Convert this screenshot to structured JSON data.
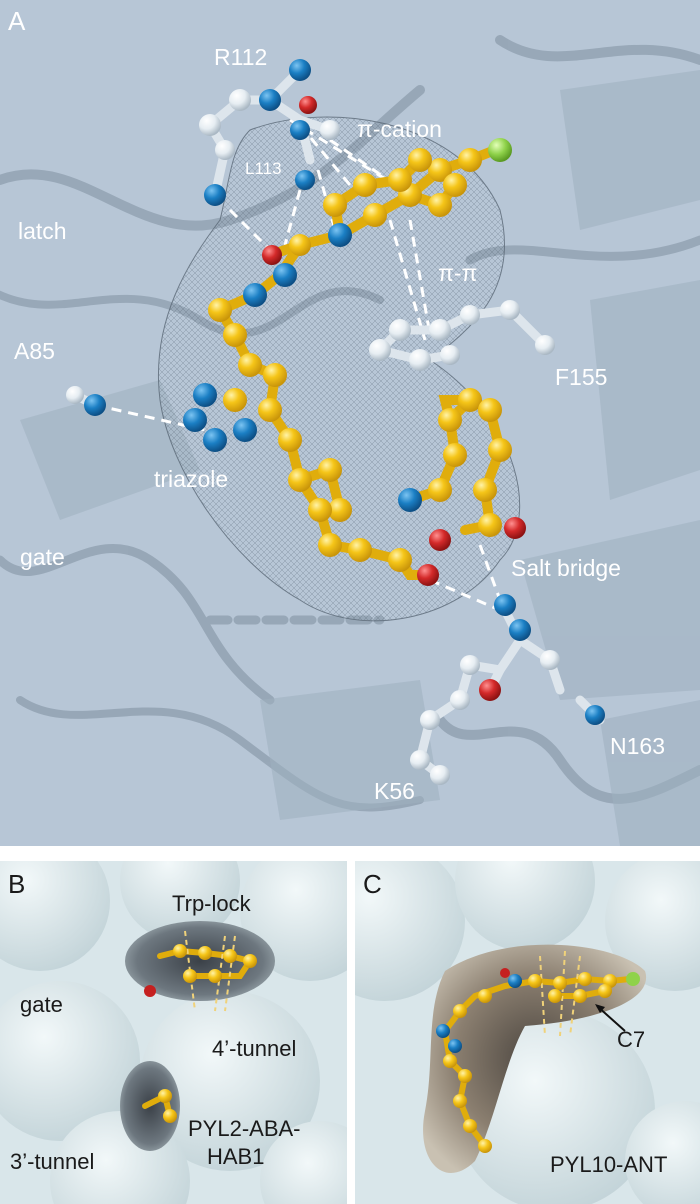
{
  "panels": {
    "a": {
      "letter": "A",
      "residues": {
        "r112": "R112",
        "l113": "L113",
        "a85": "A85",
        "f155": "F155",
        "n163": "N163",
        "k56": "K56"
      },
      "regions": {
        "latch": "latch",
        "gate": "gate"
      },
      "interactions": {
        "pi_cation": "π-cation",
        "pi_pi": "π-π",
        "triazole": "triazole",
        "salt_bridge": "Salt bridge"
      }
    },
    "b": {
      "letter": "B",
      "labels": {
        "trp_lock": "Trp-lock",
        "gate": "gate",
        "tunnel_4": "4’-tunnel",
        "tunnel_3": "3’-tunnel",
        "complex_line1": "PYL2-ABA-",
        "complex_line2": "HAB1"
      }
    },
    "c": {
      "letter": "C",
      "labels": {
        "c7": "C7",
        "complex": "PYL10-ANT"
      }
    }
  },
  "colors": {
    "protein_bg": "#b7c6d6",
    "surface": "#d9e6ea",
    "ligand_carbon": "#f5c518",
    "nitrogen": "#1b7fc4",
    "oxygen": "#d42a2a",
    "chlorine": "#8fd24a",
    "residue_carbon": "#e6edf2"
  }
}
